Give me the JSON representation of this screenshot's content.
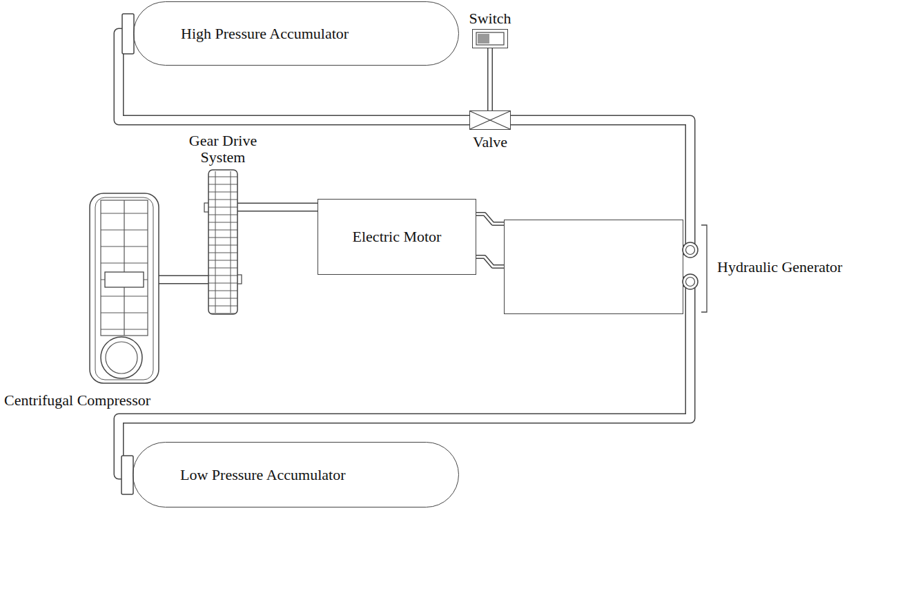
{
  "diagram": {
    "nodes": [
      {
        "text": [
          "High Pressure Accumulator"
        ]
      },
      {
        "text": [
          "Switch"
        ]
      },
      {
        "text": [
          "Valve"
        ]
      },
      {
        "text": [
          "Gear Drive System"
        ]
      },
      {
        "text": [
          "Electric Motor"
        ]
      },
      {
        "text": [
          "Hydraulic Generator"
        ]
      },
      {
        "text": [
          "Centrifugal Compressor"
        ]
      },
      {
        "text": [
          "Low Pressure Accumulator"
        ]
      }
    ],
    "edges": [
      {
        "from": 0,
        "to": 2,
        "arrow": "none"
      },
      {
        "from": 1,
        "to": 2,
        "arrow": "none"
      },
      {
        "from": 2,
        "to": 5,
        "arrow": "none"
      },
      {
        "from": 4,
        "to": 5,
        "arrow": "none"
      },
      {
        "from": 4,
        "to": 5,
        "arrow": "none"
      },
      {
        "from": 4,
        "to": 3,
        "arrow": "none"
      },
      {
        "from": 3,
        "to": 6,
        "arrow": "none"
      },
      {
        "from": 5,
        "to": 7,
        "arrow": "none"
      }
    ]
  }
}
